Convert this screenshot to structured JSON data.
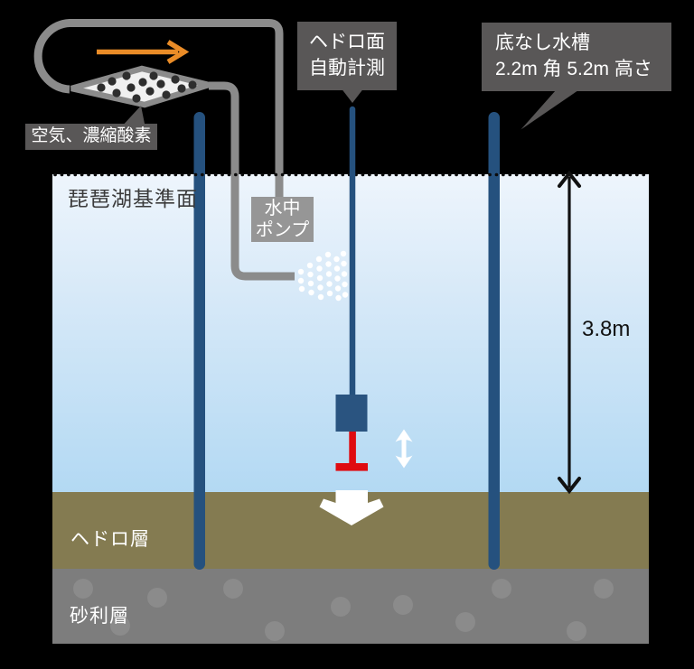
{
  "labels": {
    "air_supply": "空気、濃縮酸素",
    "meter": {
      "line1": "ヘドロ面",
      "line2": "自動計測"
    },
    "tank": {
      "line1": "底なし水槽",
      "line2": "2.2m 角  5.2m 高さ"
    },
    "pump": {
      "line1": "水中",
      "line2": "ポンプ"
    },
    "reference_plane": "琵琶湖基準面",
    "depth": "3.8m",
    "sludge_layer": "ヘドロ層",
    "gravel_layer": "砂利層"
  },
  "colors": {
    "background": "#000000",
    "water_top": "#eef5fc",
    "water_bottom": "#b3d9f3",
    "sludge": "#847b51",
    "gravel": "#7d7d7d",
    "gravel_stone": "#8b8b8b",
    "pillar_blue": "#25517e",
    "sensor_blue": "#2a5480",
    "label_box": "#595757",
    "pump_box": "#969696",
    "tube_gray": "#8b8b8b",
    "accent_orange": "#ea8c27",
    "accent_red": "#df0b10",
    "text_dark": "#3b3b3b",
    "dimension_black": "#111111"
  }
}
